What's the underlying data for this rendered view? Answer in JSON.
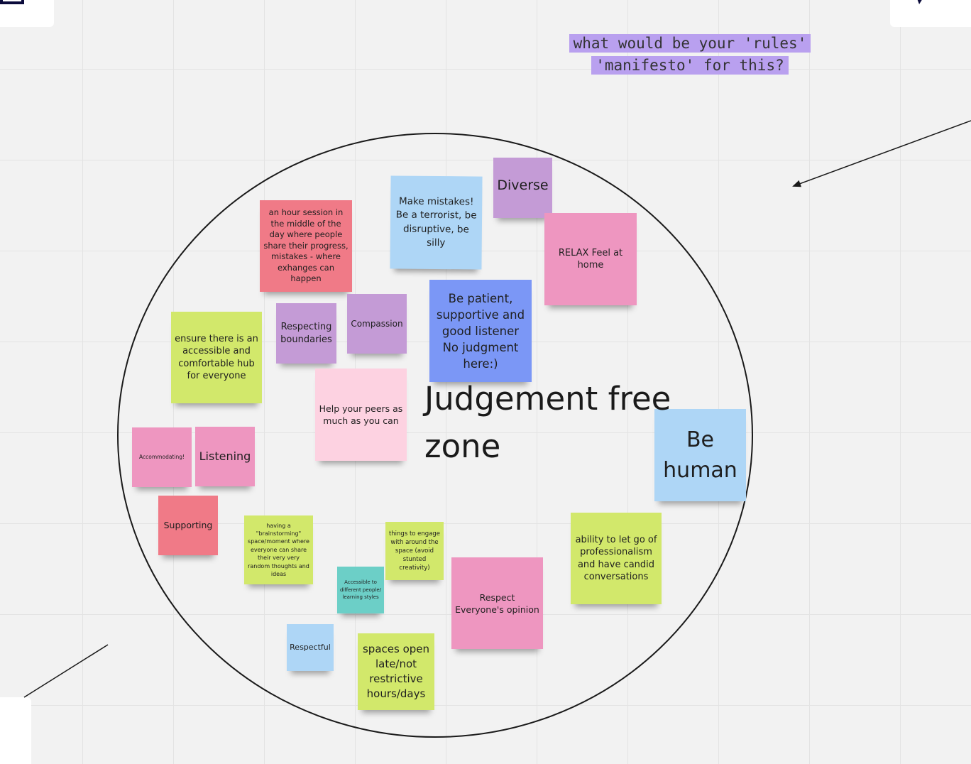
{
  "board": {
    "prompt_line1": "what would be your 'rules'",
    "prompt_line2": "'manifesto' for this?",
    "center_label_line1": "Judgement free",
    "center_label_line2": "zone"
  },
  "stickies": {
    "hour_session": {
      "text": "an hour session in the middle of the day where people share their progress, mistakes - where exhanges can happen",
      "color": "#f07a87"
    },
    "make_mistakes": {
      "text": "Make mistakes! Be a terrorist, be disruptive, be silly",
      "color": "#aed6f6"
    },
    "diverse": {
      "text": "Diverse",
      "color": "#c49bd6"
    },
    "relax": {
      "text": "RELAX Feel at home",
      "color": "#ee96c0"
    },
    "be_patient": {
      "text": "Be patient, supportive and good listener No judgment here:)",
      "color": "#7b97f6"
    },
    "respecting_boundaries": {
      "text": "Respecting boundaries",
      "color": "#c49bd6"
    },
    "compassion": {
      "text": "Compassion",
      "color": "#c49bd6"
    },
    "accessible_hub": {
      "text": "ensure there is an accessible and comfortable hub for everyone",
      "color": "#d2e86b"
    },
    "help_peers": {
      "text": "Help your peers as much as you can",
      "color": "#fdd2e1"
    },
    "accommodating": {
      "text": "Accommodating!",
      "color": "#ee96c0"
    },
    "listening": {
      "text": "Listening",
      "color": "#ee96c0"
    },
    "be_human": {
      "text": "Be human",
      "color": "#aed6f6"
    },
    "supporting": {
      "text": "Supporting",
      "color": "#f07a87"
    },
    "brainstorming": {
      "text": "having a \"brainstorming\" space/moment where everyone can share their very very random thoughts and ideas",
      "color": "#d2e86b"
    },
    "things_engage": {
      "text": "things to engage with around the space (avoid stunted creativity)",
      "color": "#d2e86b"
    },
    "accessible_styles": {
      "text": "Accessible to different people/ learning styles",
      "color": "#6ccfc7"
    },
    "respect_opinion": {
      "text": "Respect Everyone's opinion",
      "color": "#ee96c0"
    },
    "professionalism": {
      "text": "ability to let go of professionalism and have candid conversations",
      "color": "#d2e86b"
    },
    "respectful": {
      "text": "Respectful",
      "color": "#aed6f6"
    },
    "spaces_open": {
      "text": "spaces open late/not restrictive hours/days",
      "color": "#d2e86b"
    }
  }
}
